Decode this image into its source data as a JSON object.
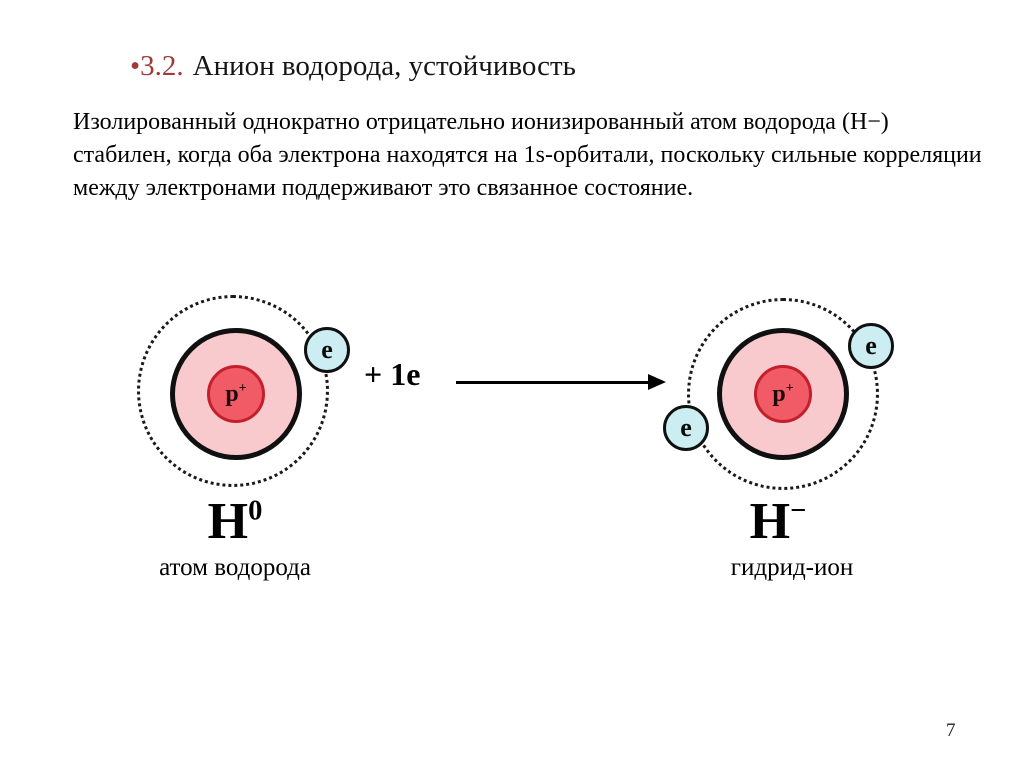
{
  "colors": {
    "title_accent": "#9e3a38",
    "orbit_dot": "#1a1a1a",
    "shell_fill": "#f8cacd",
    "nucleus_fill": "#f15b66",
    "nucleus_ring": "#c41f2d",
    "electron_fill": "#cceef2"
  },
  "slide": {
    "title": {
      "bullet_number": "•3.2.",
      "text": "Анион водорода, устойчивость"
    },
    "paragraph": "Изолированный однократно отрицательно ионизированный атом водорода (H−) стабилен, когда оба электрона находятся на 1s-орбитали, поскольку сильные корреляции между электронами поддерживают это связанное состояние.",
    "page_number": "7"
  },
  "diagram": {
    "reaction_text": "+ 1e",
    "left_atom": {
      "nucleus": "p",
      "nucleus_sup": "+",
      "electron": "e",
      "symbol": "H",
      "symbol_sup": "0",
      "caption": "атом водорода"
    },
    "right_atom": {
      "nucleus": "p",
      "nucleus_sup": "+",
      "electron": "e",
      "symbol": "H",
      "symbol_sup": "−",
      "caption": "гидрид-ион"
    }
  }
}
